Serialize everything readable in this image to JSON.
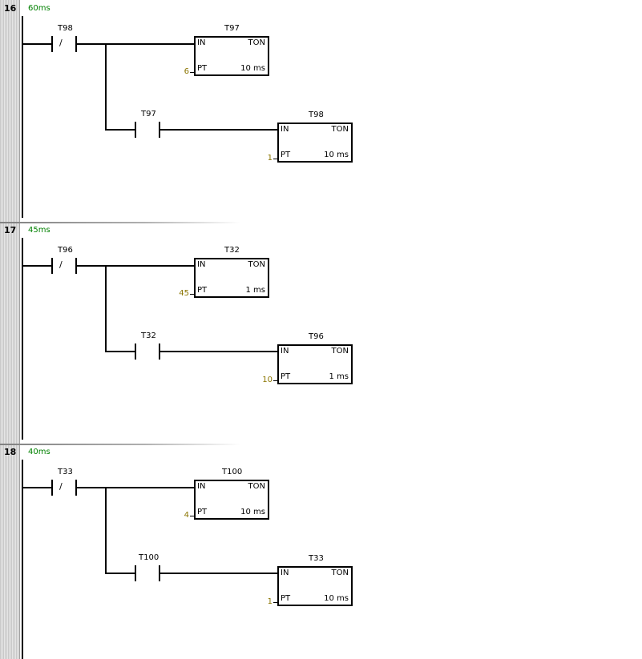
{
  "networks": [
    {
      "number": "16",
      "comment": "60ms",
      "contact1": {
        "operand": "T98",
        "symbol": "/"
      },
      "timer1": {
        "name": "T97",
        "in": "IN",
        "type": "TON",
        "pt": "PT",
        "preset": "6",
        "base": "10 ms"
      },
      "contact2": {
        "operand": "T97"
      },
      "timer2": {
        "name": "T98",
        "in": "IN",
        "type": "TON",
        "pt": "PT",
        "preset": "1",
        "base": "10 ms"
      }
    },
    {
      "number": "17",
      "comment": "45ms",
      "contact1": {
        "operand": "T96",
        "symbol": "/"
      },
      "timer1": {
        "name": "T32",
        "in": "IN",
        "type": "TON",
        "pt": "PT",
        "preset": "45",
        "base": "1 ms"
      },
      "contact2": {
        "operand": "T32"
      },
      "timer2": {
        "name": "T96",
        "in": "IN",
        "type": "TON",
        "pt": "PT",
        "preset": "10",
        "base": "1 ms"
      }
    },
    {
      "number": "18",
      "comment": "40ms",
      "contact1": {
        "operand": "T33",
        "symbol": "/"
      },
      "timer1": {
        "name": "T100",
        "in": "IN",
        "type": "TON",
        "pt": "PT",
        "preset": "4",
        "base": "10 ms"
      },
      "contact2": {
        "operand": "T100"
      },
      "timer2": {
        "name": "T33",
        "in": "IN",
        "type": "TON",
        "pt": "PT",
        "preset": "1",
        "base": "10 ms"
      }
    }
  ]
}
